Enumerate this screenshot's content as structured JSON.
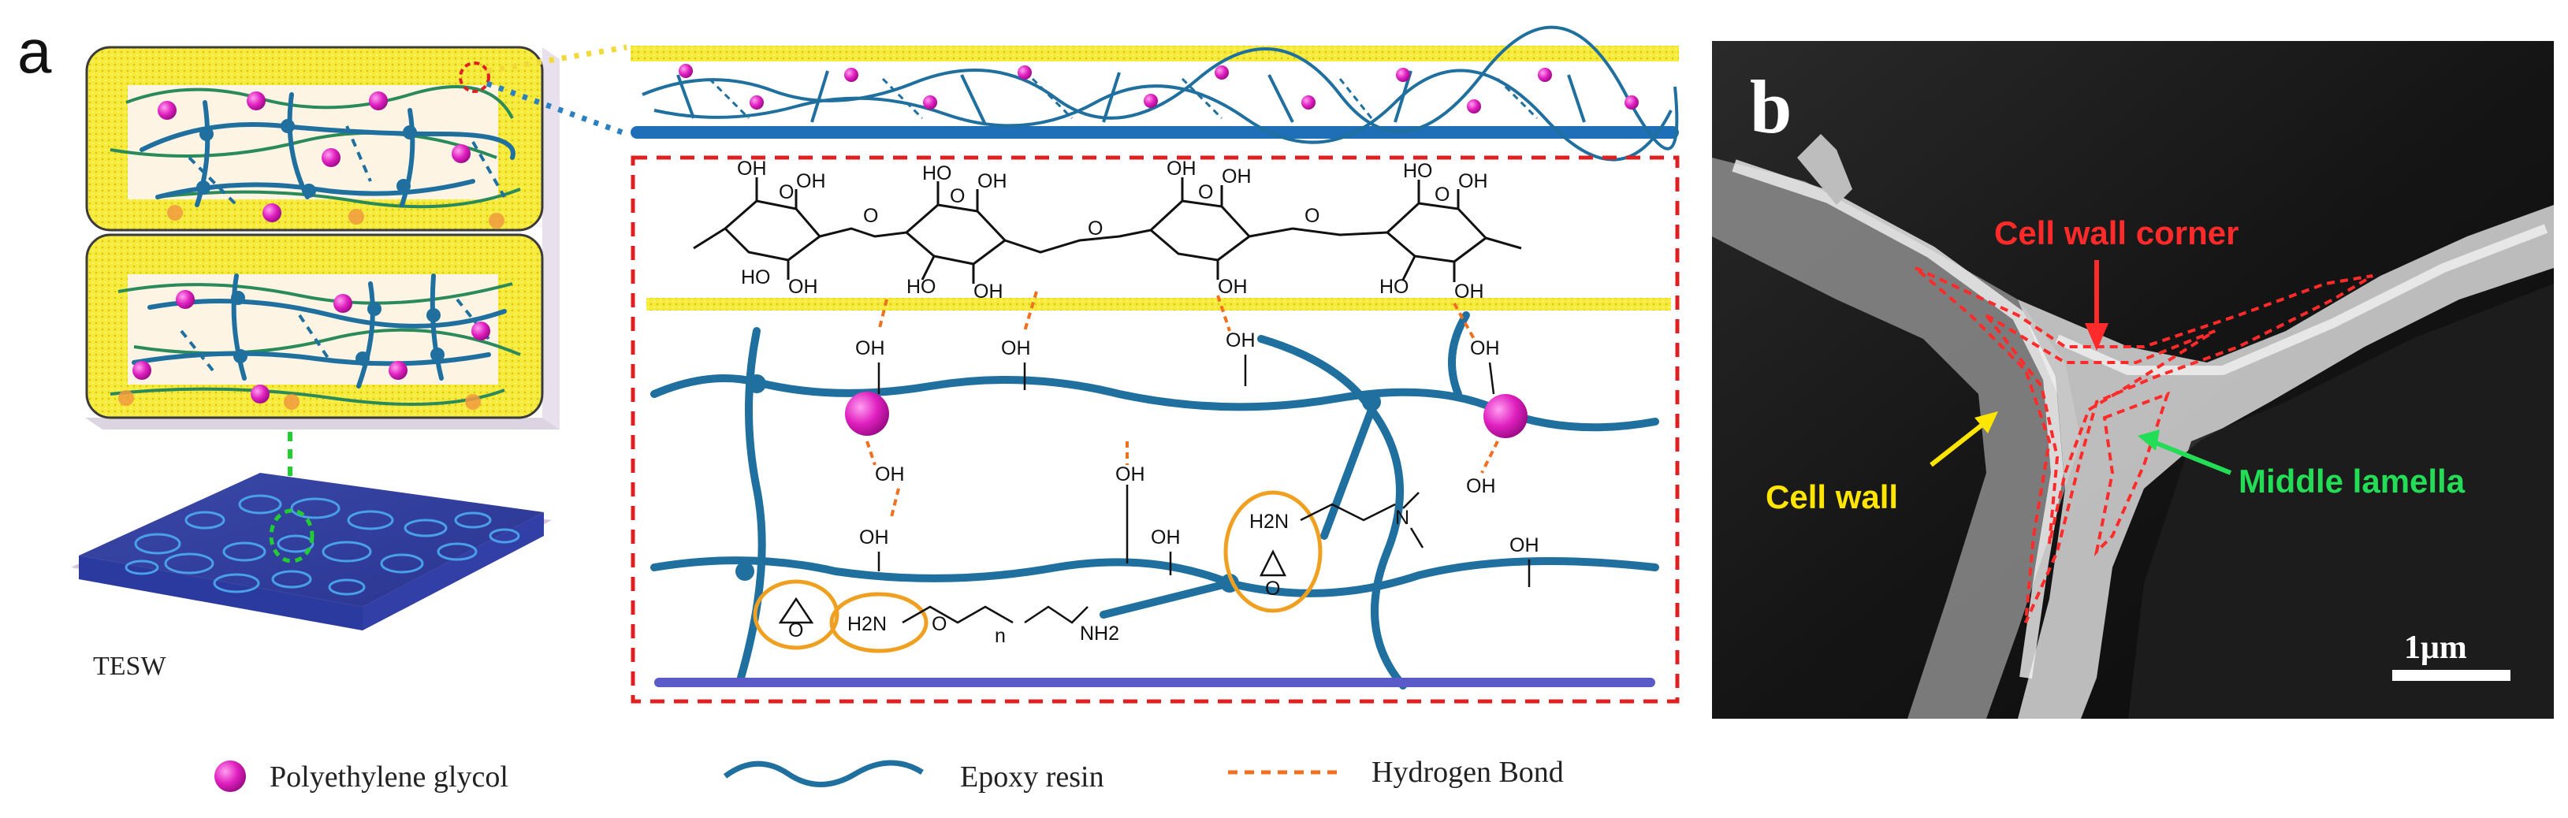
{
  "panel_a": {
    "letter": "a",
    "sample_label": "TESW"
  },
  "chemistry": {
    "oh": "OH",
    "ho": "HO",
    "o": "O",
    "h2n": "H2N",
    "nh2": "NH2",
    "n_sub": "n",
    "n": "N",
    "hardener_label": "NH2"
  },
  "panel_b": {
    "letter": "b",
    "labels": {
      "corner": "Cell wall corner",
      "cell_wall": "Cell wall",
      "middle_lamella": "Middle lamella"
    },
    "scale_bar": "1μm",
    "colors": {
      "corner": "#ff2a2a",
      "cell_wall": "#ffe600",
      "middle_lamella": "#22dd55"
    }
  },
  "legend": {
    "peg": "Polyethylene glycol",
    "epoxy": "Epoxy resin",
    "hbond": "Hydrogen Bond"
  },
  "colors": {
    "epoxy": "#1f6f9f",
    "peg": "#e020c0",
    "hbond": "#f07020",
    "cellulose": "#f6e838",
    "highlight_box": "#e02020",
    "amine_ring": "#f0a020"
  }
}
